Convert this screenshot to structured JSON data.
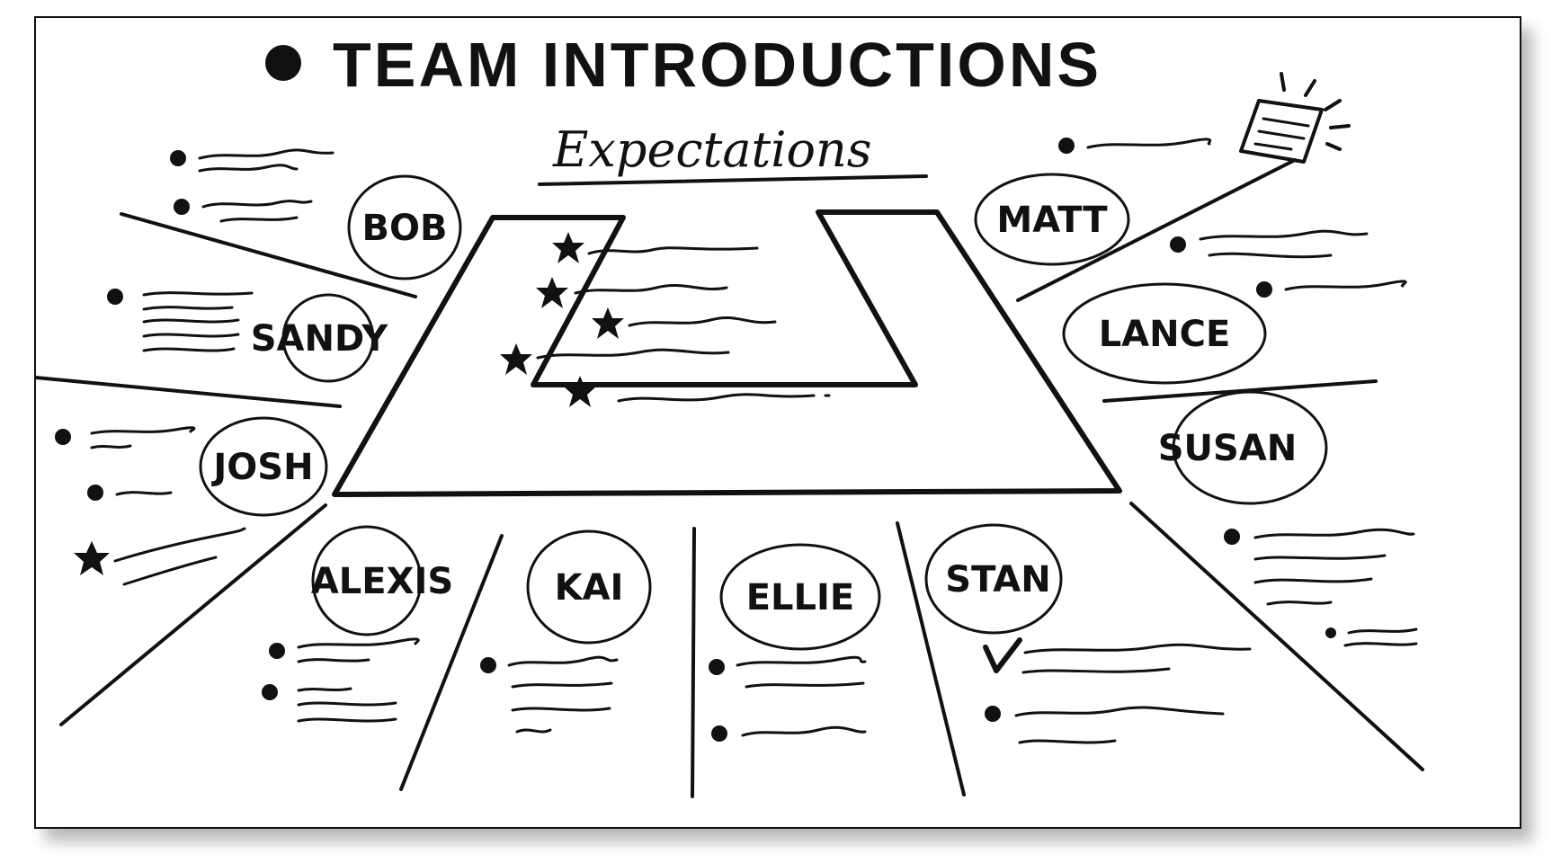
{
  "title": "TEAM INTRODUCTIONS",
  "subtitle": "Expectations",
  "people": [
    {
      "key": "bob",
      "name": "BOB"
    },
    {
      "key": "sandy",
      "name": "SANDY"
    },
    {
      "key": "josh",
      "name": "JOSH"
    },
    {
      "key": "matt",
      "name": "MATT"
    },
    {
      "key": "lance",
      "name": "LANCE"
    },
    {
      "key": "susan",
      "name": "SUSAN"
    },
    {
      "key": "alexis",
      "name": "ALEXIS"
    },
    {
      "key": "kai",
      "name": "KAI"
    },
    {
      "key": "ellie",
      "name": "ELLIE"
    },
    {
      "key": "stan",
      "name": "STAN"
    }
  ],
  "colors": {
    "ink": "#111111",
    "paper": "#ffffff"
  },
  "icons": [
    "title-bullet-icon",
    "star-icon",
    "checkmark-icon",
    "sticky-note-icon"
  ]
}
